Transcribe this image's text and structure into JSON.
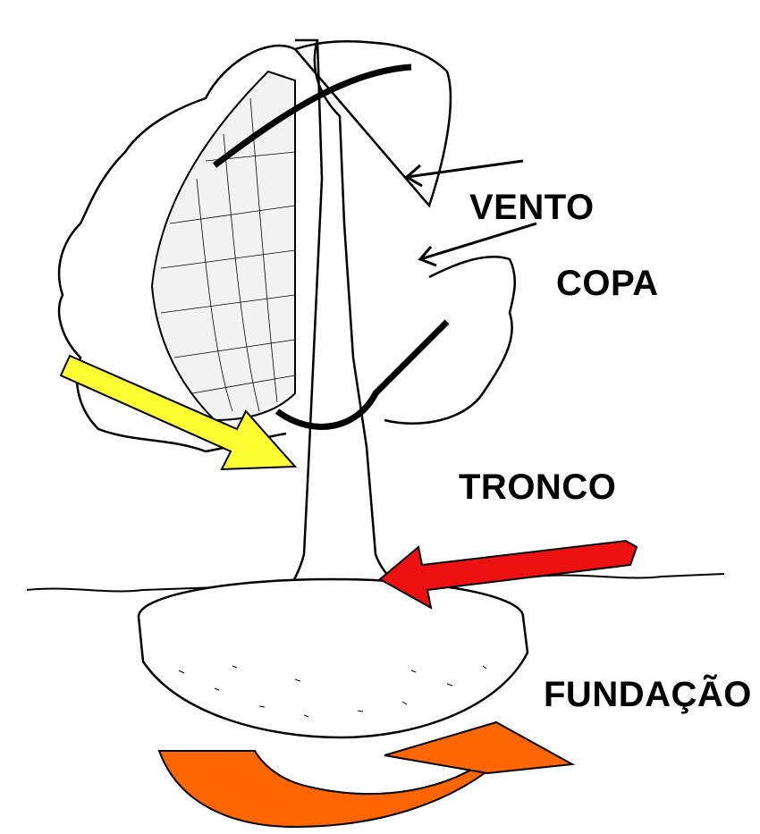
{
  "labels": {
    "wind": "VENTO",
    "crown": "COPA",
    "trunk": "TRONCO",
    "foundation": "FUNDAÇÃO"
  },
  "colors": {
    "yellow_arrow": "#ffff33",
    "red_arrow": "#ee1111",
    "orange_arrow": "#ff6600",
    "ink": "#000000"
  },
  "icons": {
    "wind_arrows": "arrow-left-icon",
    "rotation_arrow": "curved-rotation-arrow-icon"
  }
}
